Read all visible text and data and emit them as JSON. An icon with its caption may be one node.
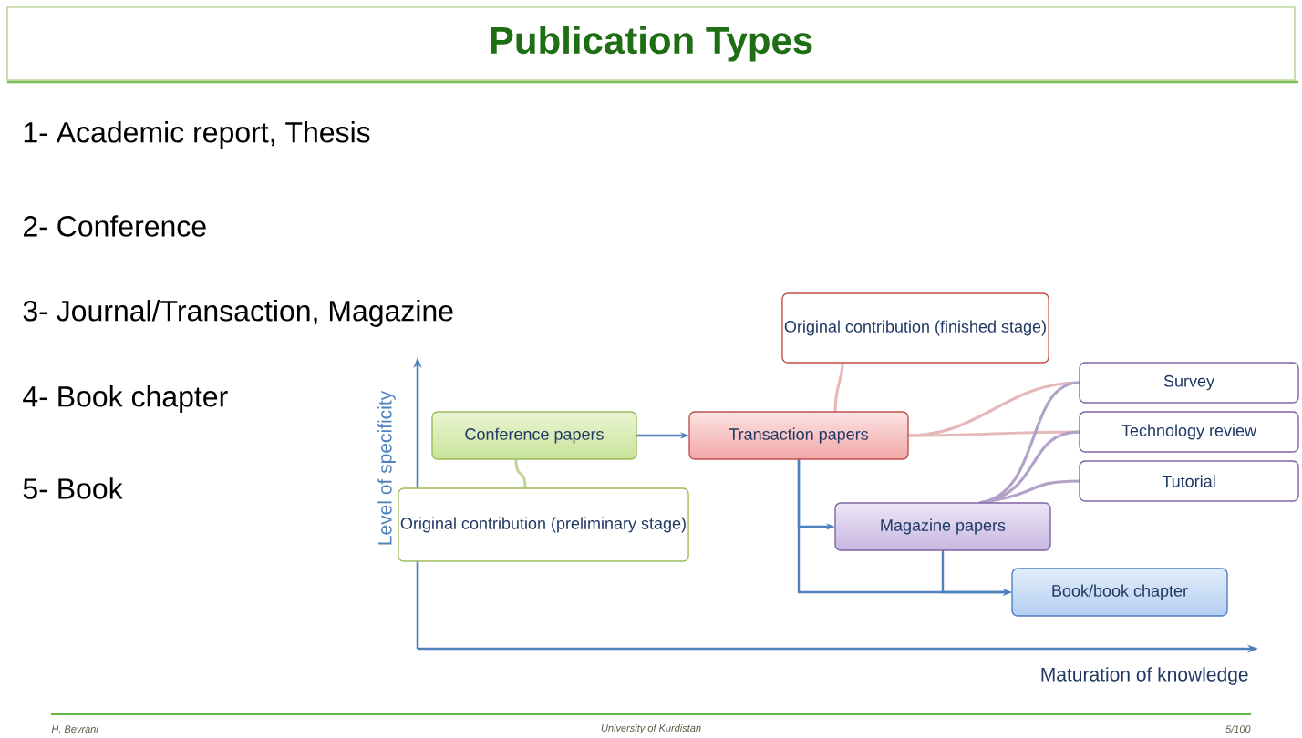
{
  "diagram": {
    "title": "Publication Types",
    "nodes": [
      {
        "text": [
          "Conference papers"
        ]
      },
      {
        "text": [
          "Original contribution (preliminary stage)"
        ]
      },
      {
        "text": [
          "Transaction papers"
        ]
      },
      {
        "text": [
          "Original contribution (finished stage)"
        ]
      },
      {
        "text": [
          "Magazine papers"
        ]
      },
      {
        "text": [
          "Book/book chapter"
        ]
      },
      {
        "text": [
          "Survey"
        ]
      },
      {
        "text": [
          "Technology review"
        ]
      },
      {
        "text": [
          "Tutorial"
        ]
      }
    ],
    "edges": [
      {
        "from": 0,
        "to": 2,
        "arrow": "to"
      },
      {
        "from": 2,
        "to": 4,
        "arrow": "to"
      },
      {
        "from": 2,
        "to": 5,
        "arrow": "to"
      },
      {
        "from": 4,
        "to": 5,
        "arrow": "to"
      },
      {
        "from": 0,
        "to": 1,
        "arrow": "none",
        "color": "#c3d69b"
      },
      {
        "from": 2,
        "to": 3,
        "arrow": "none",
        "color": "#e6b9b8"
      },
      {
        "from": 2,
        "to": 6,
        "arrow": "none",
        "color": "#e6b9b8"
      },
      {
        "from": 2,
        "to": 7,
        "arrow": "none",
        "color": "#e6b9b8"
      },
      {
        "from": 4,
        "to": 6,
        "arrow": "none",
        "color": "#b3a2c7"
      },
      {
        "from": 4,
        "to": 7,
        "arrow": "none",
        "color": "#b3a2c7"
      },
      {
        "from": 4,
        "to": 8,
        "arrow": "none",
        "color": "#b3a2c7"
      }
    ],
    "labels": [
      "1- Academic report, Thesis",
      "2- Conference",
      "3- Journal/Transaction, Magazine",
      "4- Book chapter",
      "5- Book",
      "Level of specificity",
      "Maturation of knowledge",
      "H. Bevrani",
      "University of Kurdistan",
      "5/100"
    ]
  }
}
